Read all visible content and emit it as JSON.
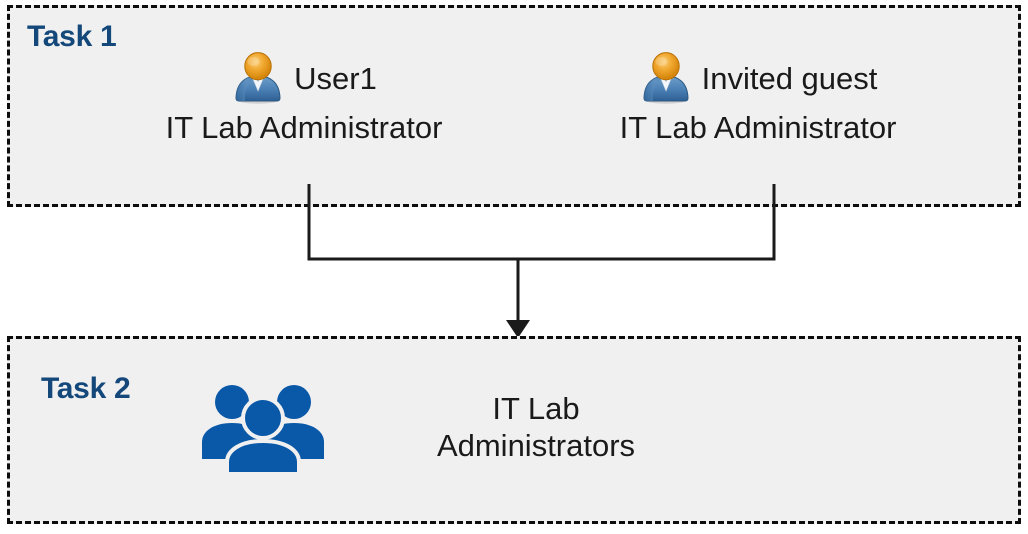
{
  "diagram": {
    "title_absent": true,
    "background_color": "#ffffff",
    "box_fill_color": "#f0f0f0",
    "box_border_color": "#0d0d0d",
    "label_color": "#14487a",
    "text_color": "#1a1a1a",
    "group_icon_color": "#0a58a8",
    "connector_color": "#1a1a1a"
  },
  "task1": {
    "label": "Task 1",
    "members": [
      {
        "icon": "single-user-icon",
        "name": "User1",
        "role": "IT Lab Administrator"
      },
      {
        "icon": "single-user-icon",
        "name": "Invited guest",
        "role": "IT Lab Administrator"
      }
    ]
  },
  "task2": {
    "label": "Task 2",
    "group": {
      "icon": "user-group-icon",
      "name_line1": "IT Lab",
      "name_line2": "Administrators",
      "name": "IT Lab Administrators"
    }
  },
  "connector": {
    "type": "merge-arrow",
    "description": "Two vertical lines from Task 1 members merge into a horizontal bar and a single arrow points down into Task 2",
    "arrow_direction": "down"
  }
}
